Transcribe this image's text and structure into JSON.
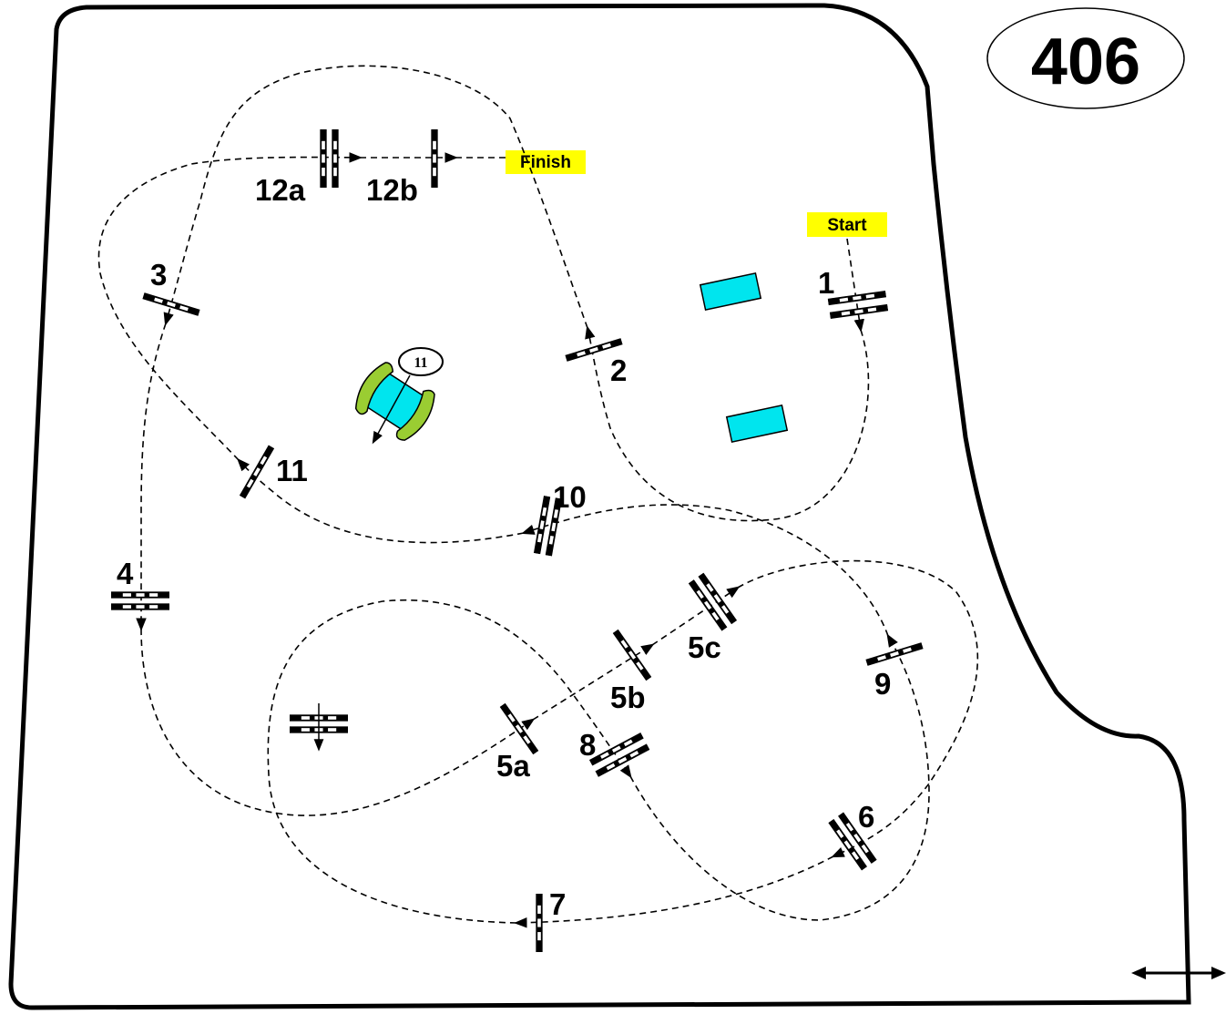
{
  "course_number": "406",
  "start_label": "Start",
  "finish_label": "Finish",
  "accent_color": "#ffff00",
  "obstacle_color": "#00e5ee",
  "jump_labels": {
    "j1": "1",
    "j2": "2",
    "j3": "3",
    "j4": "4",
    "j5a": "5a",
    "j5b": "5b",
    "j5c": "5c",
    "j6": "6",
    "j7": "7",
    "j8": "8",
    "j9": "9",
    "j10": "10",
    "j11": "11",
    "j12a": "12a",
    "j12b": "12b"
  },
  "water_jump_number": "11",
  "icons": [
    "double-arrow-icon"
  ]
}
